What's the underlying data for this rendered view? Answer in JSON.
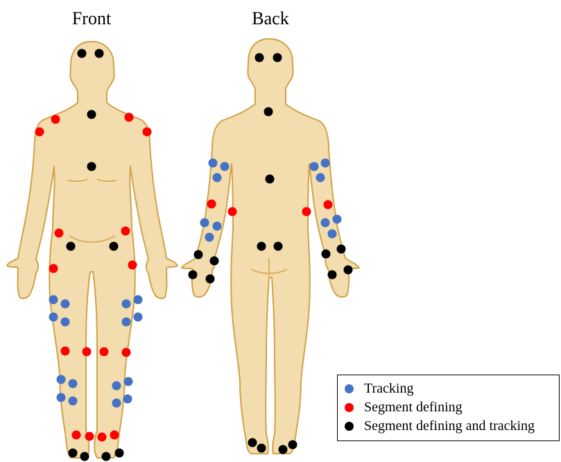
{
  "titles": {
    "front": "Front",
    "back": "Back"
  },
  "colors": {
    "tracking": "#4472c4",
    "segment_defining": "#ff0000",
    "segment_defining_and_tracking": "#000000",
    "body_fill": "#f3dcad",
    "body_outline": "#d1a24a"
  },
  "legend": [
    {
      "label": "Tracking",
      "color": "#4472c4"
    },
    {
      "label": "Segment defining",
      "color": "#ff0000"
    },
    {
      "label": "Segment defining and tracking",
      "color": "#000000"
    }
  ]
}
